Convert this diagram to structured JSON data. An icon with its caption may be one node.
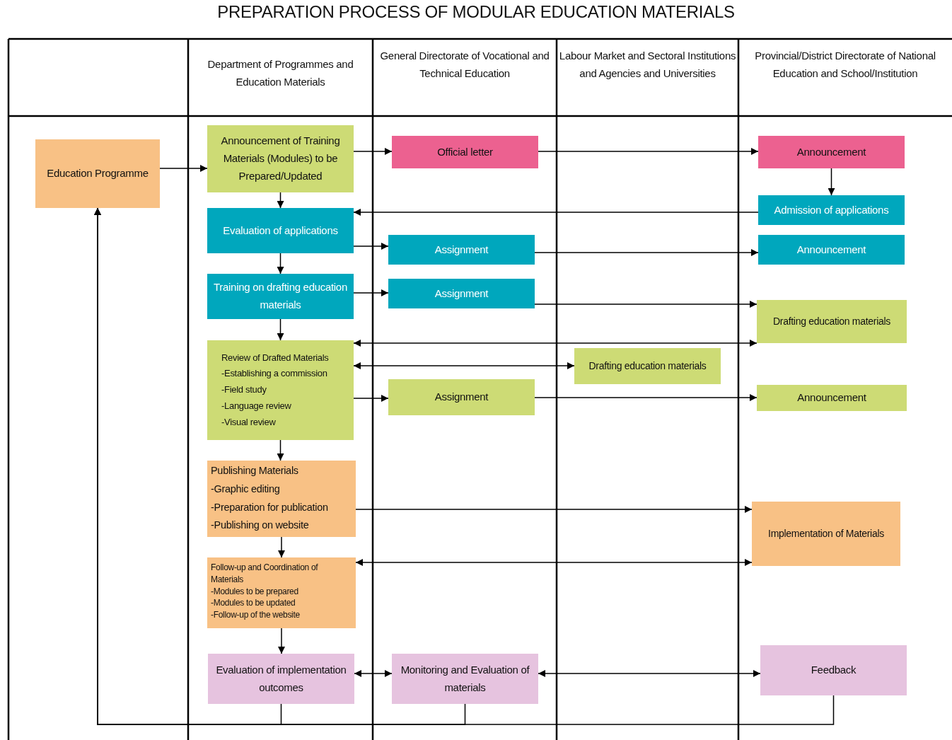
{
  "diagram": {
    "title": "PREPARATION PROCESS OF MODULAR EDUCATION MATERIALS",
    "nodes": [
      {
        "text": [
          "Education Programme"
        ]
      },
      {
        "text": [
          "Announcement of Training Materials (Modules) to be Prepared/Updated"
        ]
      },
      {
        "text": [
          "Official letter"
        ]
      },
      {
        "text": [
          "Announcement"
        ]
      },
      {
        "text": [
          "Evaluation of applications"
        ]
      },
      {
        "text": [
          "Admission of applications"
        ]
      },
      {
        "text": [
          "Assignment"
        ]
      },
      {
        "text": [
          "Announcement"
        ]
      },
      {
        "text": [
          "Training on drafting education materials"
        ]
      },
      {
        "text": [
          "Assignment"
        ]
      },
      {
        "text": [
          "Drafting education materials"
        ]
      },
      {
        "text": [
          "Review of Drafted Materials",
          "-Establishing a commission",
          "-Field study",
          "-Language review",
          "-Visual review"
        ]
      },
      {
        "text": [
          "Drafting education materials"
        ]
      },
      {
        "text": [
          "Assignment"
        ]
      },
      {
        "text": [
          "Announcement"
        ]
      },
      {
        "text": [
          "Publishing Materials",
          "-Graphic editing",
          "-Preparation for publication",
          "-Publishing on website"
        ]
      },
      {
        "text": [
          "Implementation of Materials"
        ]
      },
      {
        "text": [
          "Follow-up and Coordination of Materials",
          "-Modules to be prepared",
          "-Modules to be updated",
          "-Follow-up of the website"
        ]
      },
      {
        "text": [
          "Evaluation of implementation outcomes"
        ]
      },
      {
        "text": [
          "Monitoring and Evaluation of materials"
        ]
      },
      {
        "text": [
          "Feedback"
        ]
      }
    ],
    "edges": [
      {
        "from": 0,
        "to": 1,
        "arrow": "to"
      },
      {
        "from": 1,
        "to": 2,
        "arrow": "to"
      },
      {
        "from": 2,
        "to": 3,
        "arrow": "to"
      },
      {
        "from": 3,
        "to": 5,
        "arrow": "to"
      },
      {
        "from": 5,
        "to": 4,
        "arrow": "to"
      },
      {
        "from": 1,
        "to": 4,
        "arrow": "to"
      },
      {
        "from": 4,
        "to": 6,
        "arrow": "to"
      },
      {
        "from": 6,
        "to": 7,
        "arrow": "to"
      },
      {
        "from": 4,
        "to": 8,
        "arrow": "to"
      },
      {
        "from": 8,
        "to": 9,
        "arrow": "to"
      },
      {
        "from": 9,
        "to": 10,
        "arrow": "to"
      },
      {
        "from": 8,
        "to": 11,
        "arrow": "to"
      },
      {
        "from": 11,
        "to": 10,
        "arrow": "both"
      },
      {
        "from": 11,
        "to": 12,
        "arrow": "both"
      },
      {
        "from": 11,
        "to": 13,
        "arrow": "to"
      },
      {
        "from": 13,
        "to": 14,
        "arrow": "to"
      },
      {
        "from": 11,
        "to": 15,
        "arrow": "to"
      },
      {
        "from": 15,
        "to": 16,
        "arrow": "to"
      },
      {
        "from": 17,
        "to": 16,
        "arrow": "both"
      },
      {
        "from": 15,
        "to": 17,
        "arrow": "to"
      },
      {
        "from": 17,
        "to": 18,
        "arrow": "to"
      },
      {
        "from": 18,
        "to": 19,
        "arrow": "both"
      },
      {
        "from": 19,
        "to": 20,
        "arrow": "both"
      },
      {
        "from": 18,
        "to": 0,
        "arrow": "to"
      },
      {
        "from": 19,
        "to": 0,
        "arrow": "to"
      },
      {
        "from": 20,
        "to": 0,
        "arrow": "to"
      }
    ],
    "labels": [
      "Department of Programmes and Education Materials",
      "General Directorate of Vocational and Technical Education",
      "Labour Market and Sectoral Institutions and Agencies and Universities",
      "Provincial/District Directorate of National Education and School/Institution"
    ]
  }
}
